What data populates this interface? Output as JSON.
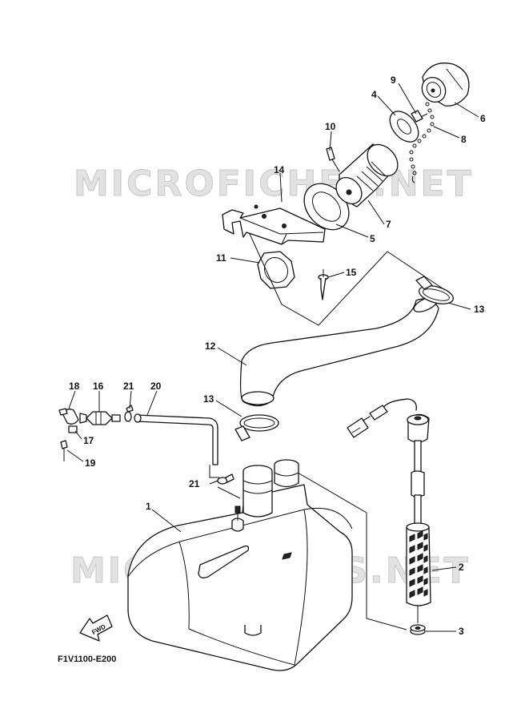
{
  "watermark": "MICROFICHES.NET",
  "diagram_code": "F1V1100-E200",
  "fwd_label": "FWD",
  "callouts": {
    "p1": "1",
    "p2": "2",
    "p3": "3",
    "p4": "4",
    "p5": "5",
    "p6": "6",
    "p7": "7",
    "p8": "8",
    "p9": "9",
    "p10": "10",
    "p11": "11",
    "p12": "12",
    "p13a": "13",
    "p13b": "13",
    "p14": "14",
    "p15": "15",
    "p16": "16",
    "p17": "17",
    "p18": "18",
    "p19": "19",
    "p20": "20",
    "p21a": "21",
    "p21b": "21"
  }
}
